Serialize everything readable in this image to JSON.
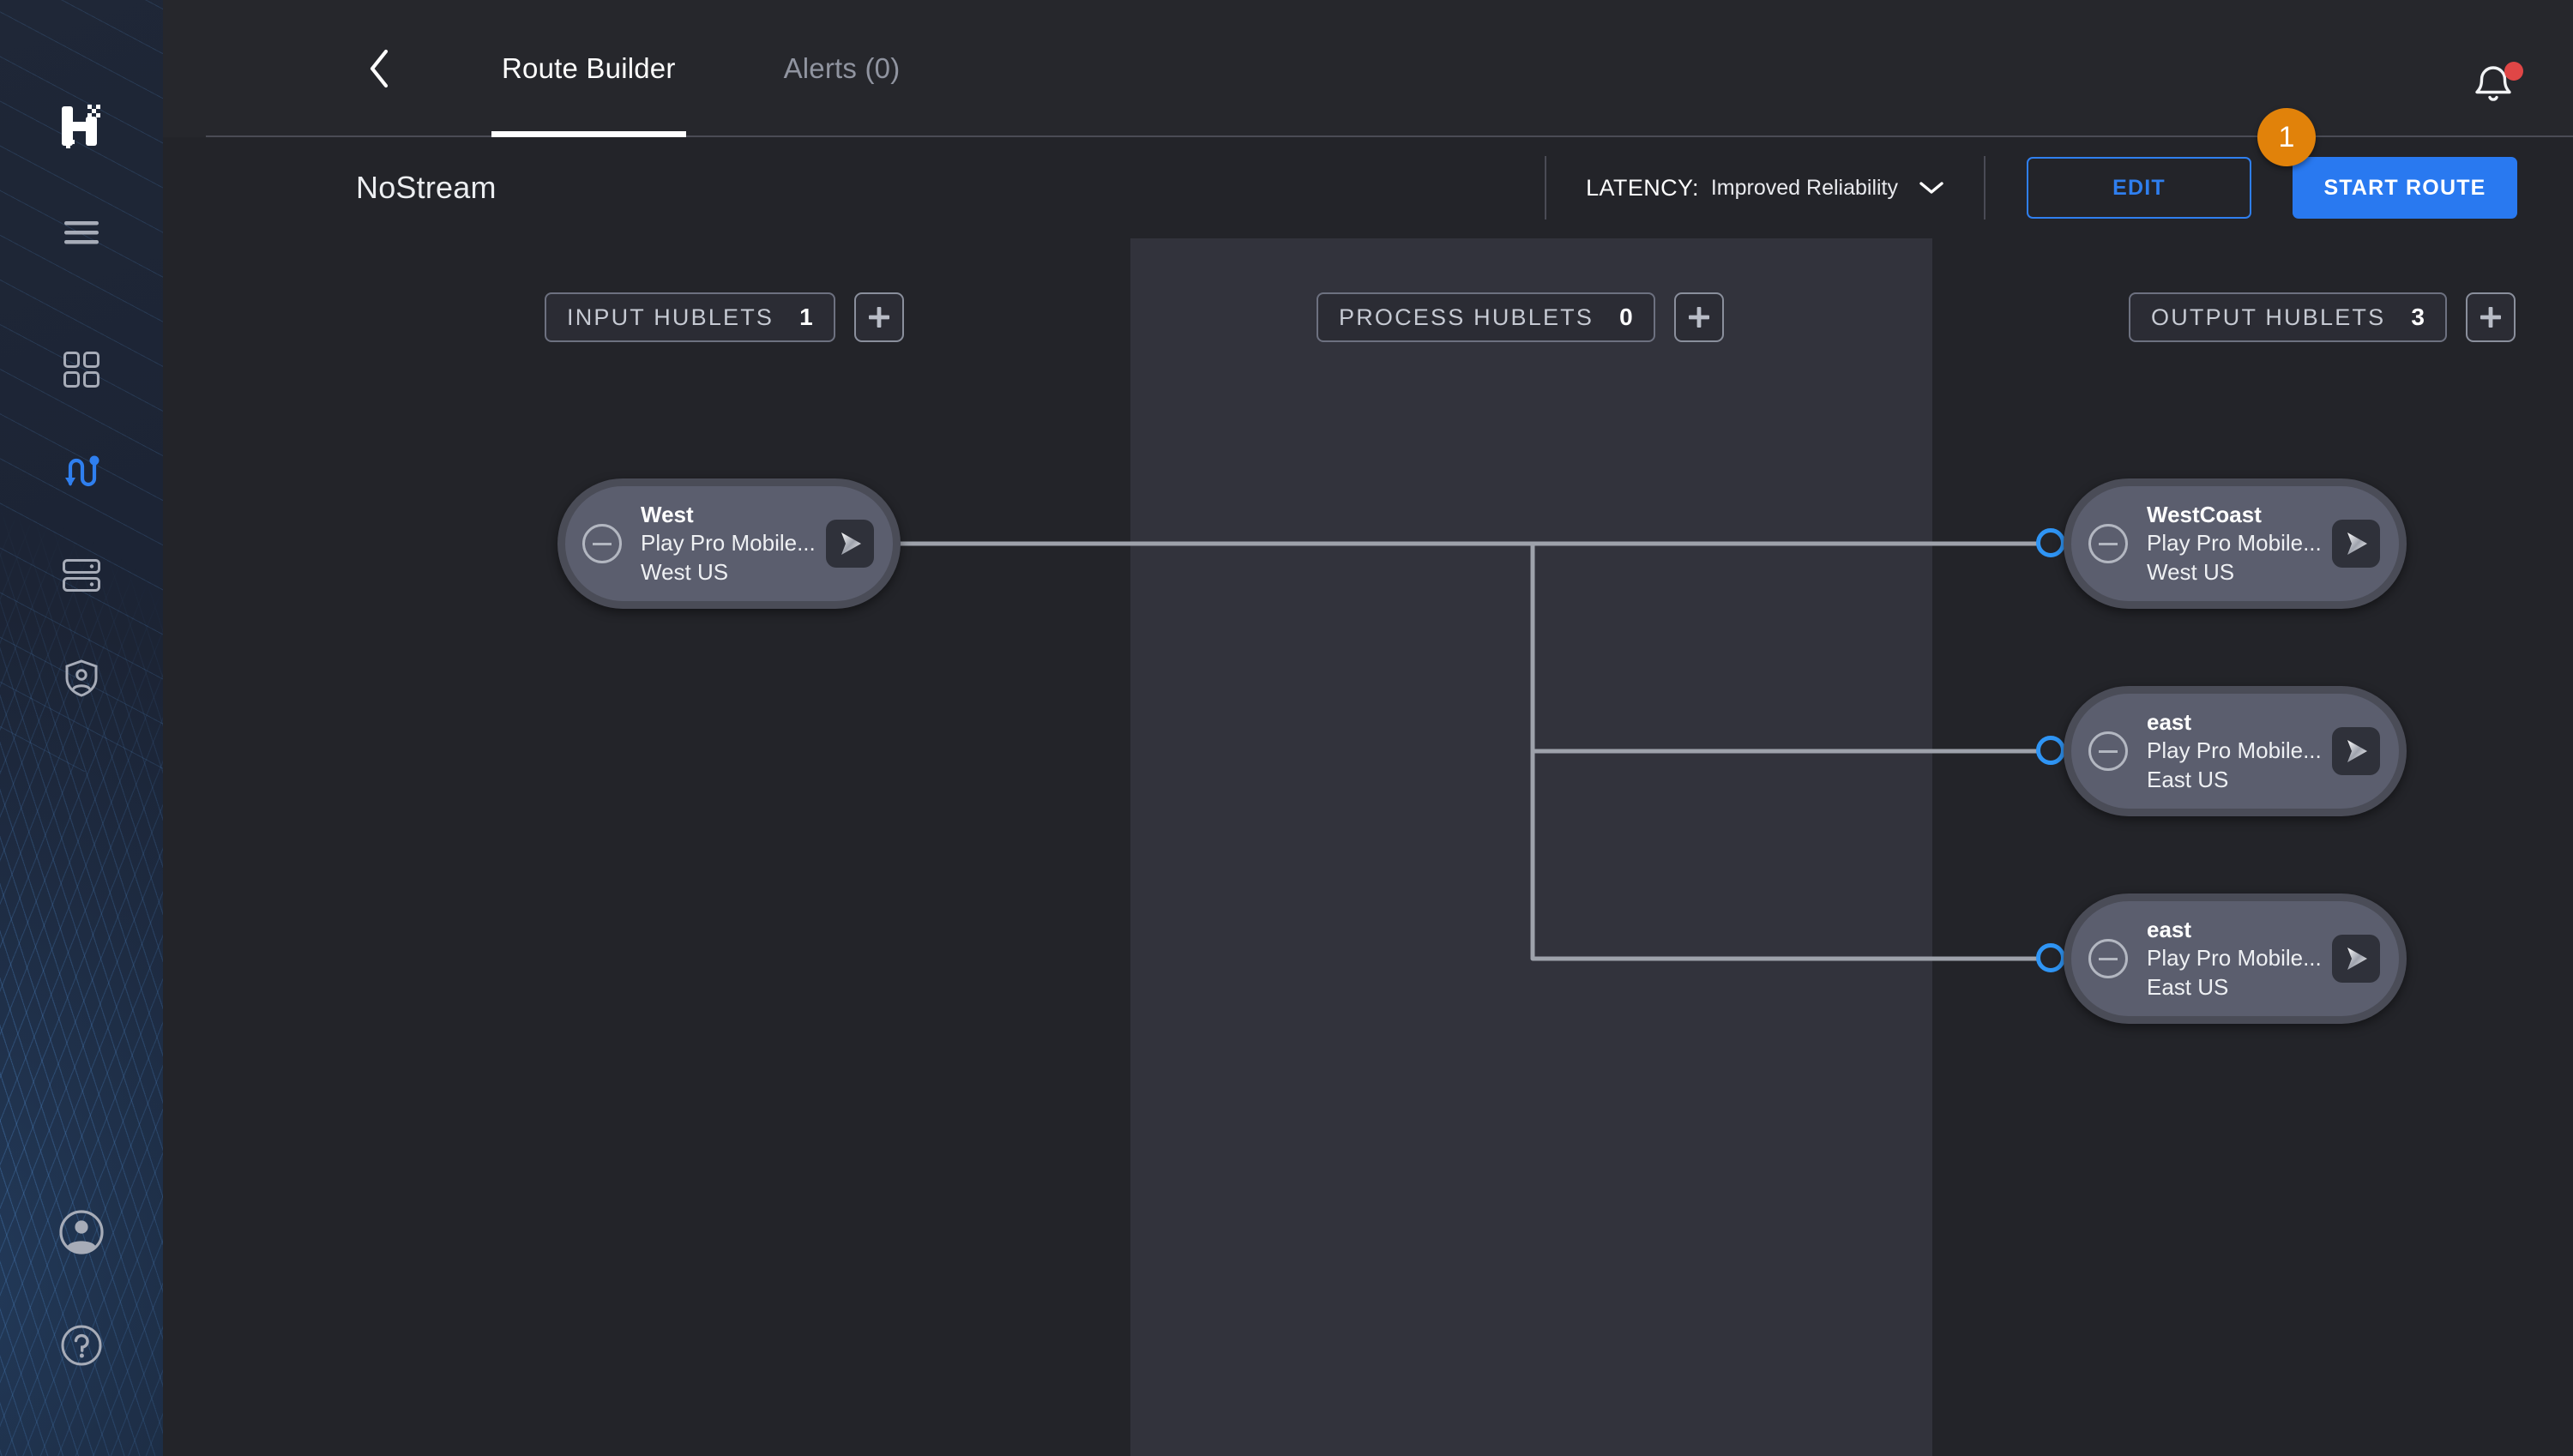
{
  "app": {
    "logo_alt": "H logo"
  },
  "sidebar": {
    "items": [
      {
        "name": "menu-icon",
        "label": "Menu"
      },
      {
        "name": "apps-icon",
        "label": "Apps"
      },
      {
        "name": "routes-icon",
        "label": "Routes"
      },
      {
        "name": "servers-icon",
        "label": "Servers"
      },
      {
        "name": "shield-icon",
        "label": "Security"
      },
      {
        "name": "account-icon",
        "label": "Account"
      },
      {
        "name": "help-icon",
        "label": "Help"
      }
    ],
    "active_item": "routes-icon"
  },
  "header": {
    "back_label": "Back",
    "tabs": [
      {
        "label": "Route Builder",
        "active": true
      },
      {
        "label": "Alerts (0)",
        "active": false
      }
    ],
    "notifications_icon": "bell-icon",
    "has_notification": true
  },
  "toolbar": {
    "route_name": "NoStream",
    "latency_label": "LATENCY:",
    "latency_value": "Improved Reliability",
    "latency_chevron": "chevron-down-icon",
    "edit_label": "EDIT",
    "start_label": "START ROUTE",
    "step_badge": "1"
  },
  "canvas": {
    "lanes": [
      {
        "key": "input",
        "label": "INPUT HUBLETS",
        "count": "1",
        "add_label": "+"
      },
      {
        "key": "process",
        "label": "PROCESS HUBLETS",
        "count": "0",
        "add_label": "+"
      },
      {
        "key": "output",
        "label": "OUTPUT HUBLETS",
        "count": "3",
        "add_label": "+"
      }
    ],
    "input_hublets": [
      {
        "title": "West",
        "subtitle": "Play Pro Mobile...",
        "region": "West US",
        "minus_label": "Remove",
        "play_icon": "play-icon"
      }
    ],
    "process_hublets": [],
    "output_hublets": [
      {
        "title": "WestCoast",
        "subtitle": "Play Pro Mobile...",
        "region": "West US",
        "minus_label": "Remove",
        "play_icon": "play-icon"
      },
      {
        "title": "east",
        "subtitle": "Play Pro Mobile...",
        "region": "East US",
        "minus_label": "Remove",
        "play_icon": "play-icon"
      },
      {
        "title": "east",
        "subtitle": "Play Pro Mobile...",
        "region": "East US",
        "minus_label": "Remove",
        "play_icon": "play-icon"
      }
    ]
  },
  "colors": {
    "accent_blue": "#2979f0",
    "port_blue": "#2f95f5",
    "badge_orange": "#e1820a",
    "alert_red": "#e04646",
    "canvas_bg": "#232429",
    "process_lane_bg": "#32333c",
    "node_fill": "#5b5e6e",
    "edge_stroke": "#9ea2ab"
  }
}
